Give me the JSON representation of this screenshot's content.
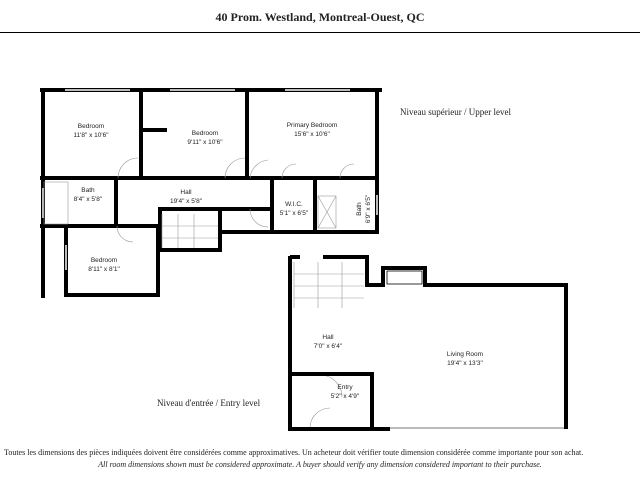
{
  "title": "40 Prom. Westland, Montreal-Ouest, QC",
  "levels": {
    "upper": "Niveau supérieur / Upper level",
    "entry": "Niveau d'entrée / Entry level"
  },
  "rooms": [
    {
      "name": "Bedroom",
      "dim": "11'8\" x 10'6\""
    },
    {
      "name": "Bedroom",
      "dim": "9'11\" x 10'6\""
    },
    {
      "name": "Primary Bedroom",
      "dim": "15'6\" x 10'6\""
    },
    {
      "name": "Bath",
      "dim": "8'4\" x 5'8\""
    },
    {
      "name": "Hall",
      "dim": "19'4\" x 5'8\""
    },
    {
      "name": "W.I.C.",
      "dim": "5'1\" x 6'5\""
    },
    {
      "name": "Bath",
      "dim": "6'9\" x 6'5\""
    },
    {
      "name": "Bedroom",
      "dim": "8'11\" x 8'1\""
    },
    {
      "name": "Hall",
      "dim": "7'0\" x 6'4\""
    },
    {
      "name": "Living Room",
      "dim": "19'4\" x 13'3\""
    },
    {
      "name": "Entry",
      "dim": "5'2\" x 4'9\""
    }
  ],
  "footer": {
    "fr": "Toutes les dimensions des pièces indiquées doivent être considérées comme approximatives. Un acheteur doit vérifier toute dimension considérée comme importante pour son achat.",
    "en": "All room dimensions shown must be considered approximate. A buyer should verify any dimension considered important to their purchase."
  }
}
